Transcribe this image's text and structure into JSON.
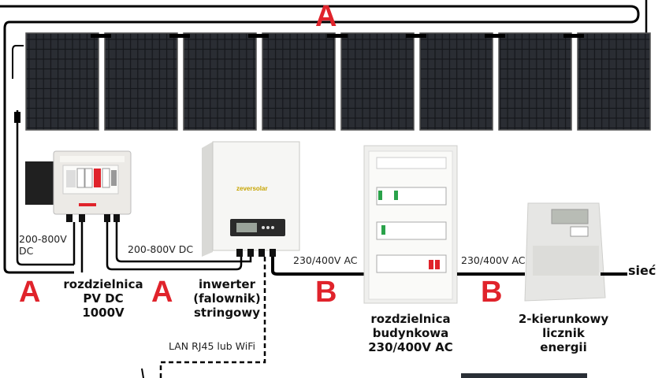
{
  "sections": {
    "top_string": "A",
    "pv_to_dc": "A",
    "dc_to_inverter": "A",
    "inverter_to_board": "B",
    "board_to_meter": "B"
  },
  "cables": {
    "pv_dc_voltage": "200-800V DC",
    "dc_inv_voltage": "200-800V DC",
    "inv_board_voltage": "230/400V AC",
    "board_meter_voltage": "230/400V AC",
    "lan": "LAN RJ45 lub WiFi",
    "grid": "sieć"
  },
  "devices": {
    "dc_box": [
      "rozdzielnica",
      "PV DC",
      "1000V"
    ],
    "inverter": [
      "inwerter",
      "(falownik)",
      "stringowy"
    ],
    "inverter_brand": "zeversolar",
    "board": [
      "rozdzielnica",
      "budynkowa",
      "230/400V AC"
    ],
    "meter": [
      "2-kierunkowy",
      "licznik",
      "energii"
    ]
  },
  "colors": {
    "accent_red": "#e0232b",
    "panel": "#1d1f24",
    "cable": "#000000",
    "device_light": "#eeeeec"
  },
  "panels": {
    "count": 8
  }
}
